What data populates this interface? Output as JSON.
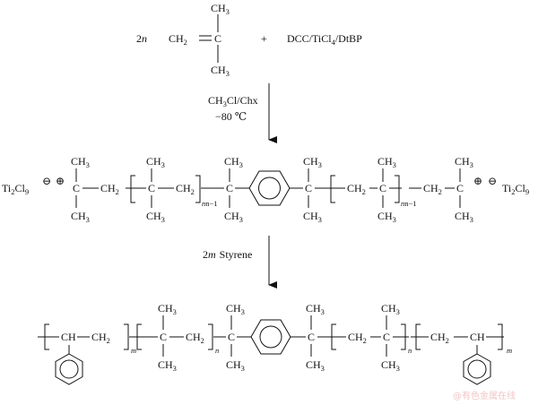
{
  "reaction_1": {
    "coefficient": "2",
    "coefficient_var": "n",
    "ch2": "CH",
    "ch2_sub": "2",
    "equals": "=",
    "carbon": "C",
    "methyl": "CH",
    "methyl_sub": "3",
    "plus": "+",
    "initiator_a": "DCC/TiCl",
    "initiator_sub": "4",
    "initiator_b": "/DtBP"
  },
  "conditions_1": {
    "line1_a": "CH",
    "line1_sub": "3",
    "line1_b": "Cl/Chx",
    "line2": "−80 ℃"
  },
  "intermediate": {
    "counter_ion": "Ti",
    "counter_ion_sub1": "2",
    "counter_ion_mid": "Cl",
    "counter_ion_sub2": "9",
    "minus": "⊖",
    "plus": "⊕",
    "ch2": "CH",
    "ch2_sub": "2",
    "carbon": "C",
    "methyl": "CH",
    "methyl_sub": "3",
    "repeat_sub": "n−1",
    "repeat_var": "n"
  },
  "conditions_2": {
    "coefficient": "2",
    "coefficient_var": "m",
    "reagent": "Styrene"
  },
  "product": {
    "ch": "CH",
    "ch2": "CH",
    "ch2_sub": "2",
    "carbon": "C",
    "methyl": "CH",
    "methyl_sub": "3",
    "repeat_m": "m",
    "repeat_n": "n"
  },
  "watermark": "@有色金属在线"
}
